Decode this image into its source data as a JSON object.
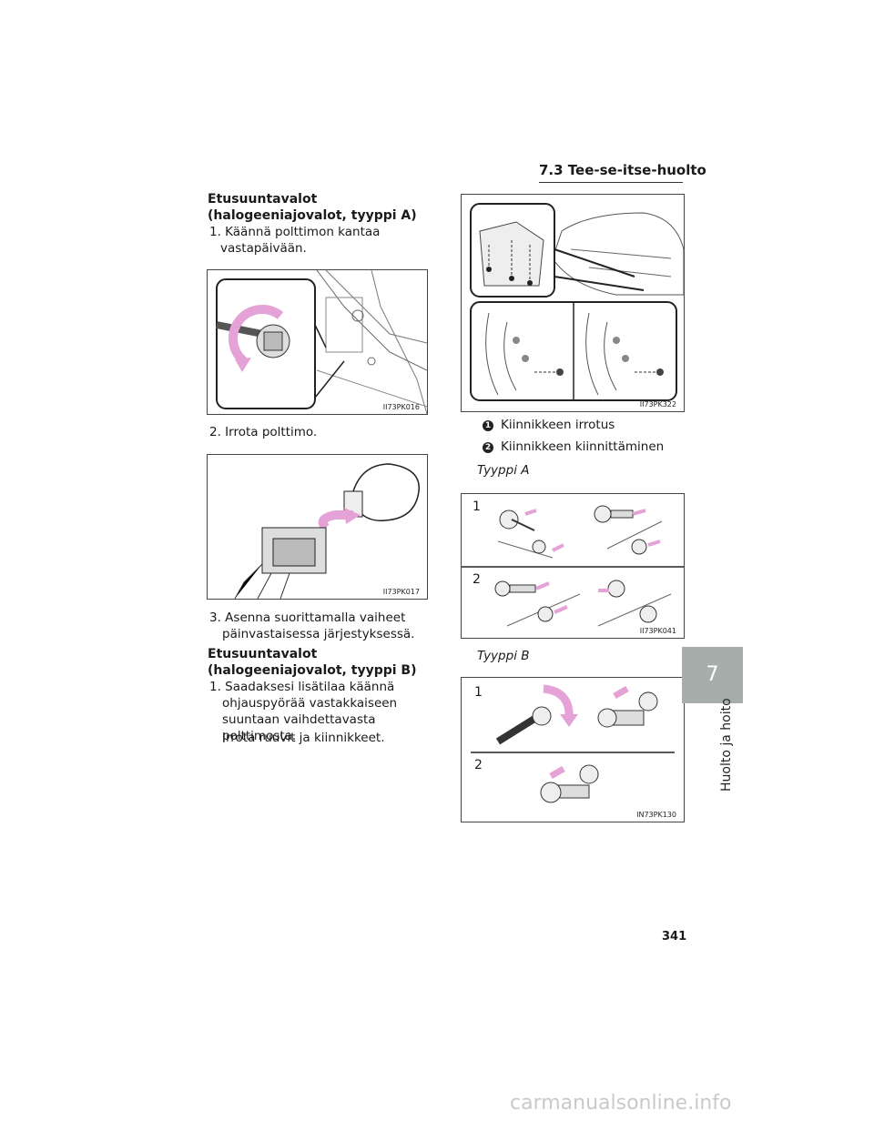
{
  "header": {
    "section": "7.3 Tee-se-itse-huolto"
  },
  "left": {
    "heading_a": "Etusuuntavalot (halogeeniajovalot, tyyppi A)",
    "step1": "1. Käännä polttimon kantaa vastapäivään.",
    "fig1_code": "II73PK016",
    "step2": "2. Irrota polttimo.",
    "fig2_code": "II73PK017",
    "step3": "3. Asenna suorittamalla vaiheet päinvastaisessa järjestyksessä.",
    "heading_b": "Etusuuntavalot (halogeeniajovalot, tyyppi B)",
    "step_b1": "1. Saadaksesi lisätilaa käännä ohjauspyörää vastakkaiseen suuntaan vaihdettavasta polttimosta.",
    "step_b1_note": "Irrota ruuvit ja kiinnikkeet."
  },
  "right": {
    "fig3_code": "II73PK322",
    "legend": [
      {
        "num": "1",
        "text": "Kiinnikkeen irrotus"
      },
      {
        "num": "2",
        "text": "Kiinnikkeen kiinnittäminen"
      }
    ],
    "type_a_label": "Tyyppi A",
    "fig4_code": "II73PK041",
    "fig4_num1": "1",
    "fig4_num2": "2",
    "type_b_label": "Tyyppi B",
    "fig5_code": "IN73PK130",
    "fig5_num1": "1",
    "fig5_num2": "2"
  },
  "side_tab": {
    "number": "7",
    "label": "Huolto ja hoito"
  },
  "footer": {
    "page_number": "341",
    "watermark": "carmanualsonline.info"
  },
  "colors": {
    "accent_pink": "#e5a2d6",
    "tab_gray": "#a6adaa"
  }
}
